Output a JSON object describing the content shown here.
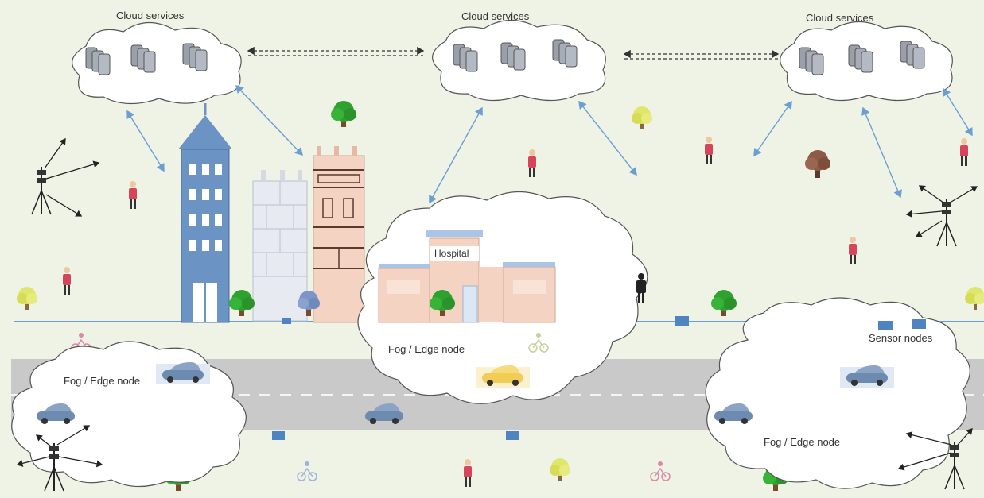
{
  "clouds": [
    {
      "label": "Cloud services"
    },
    {
      "label": "Cloud services"
    },
    {
      "label": "Cloud services"
    }
  ],
  "fog_nodes": [
    {
      "label": "Fog / Edge node"
    },
    {
      "label": "Fog / Edge node"
    },
    {
      "label": "Fog / Edge node"
    }
  ],
  "hospital": {
    "label": "Hospital"
  },
  "sensor": {
    "label": "Sensor nodes"
  },
  "colors": {
    "background": "#eef3e6",
    "road": "#c9c9c9",
    "tower": "#6b93c3",
    "brick_building": "#f4d3c3",
    "arrow": "#6a9fd4",
    "tree": "#2fa12f"
  },
  "icons": [
    "server-icon",
    "cell-tower-icon",
    "tree-icon",
    "person-icon",
    "car-icon",
    "sensor-icon",
    "cyclist-icon"
  ]
}
